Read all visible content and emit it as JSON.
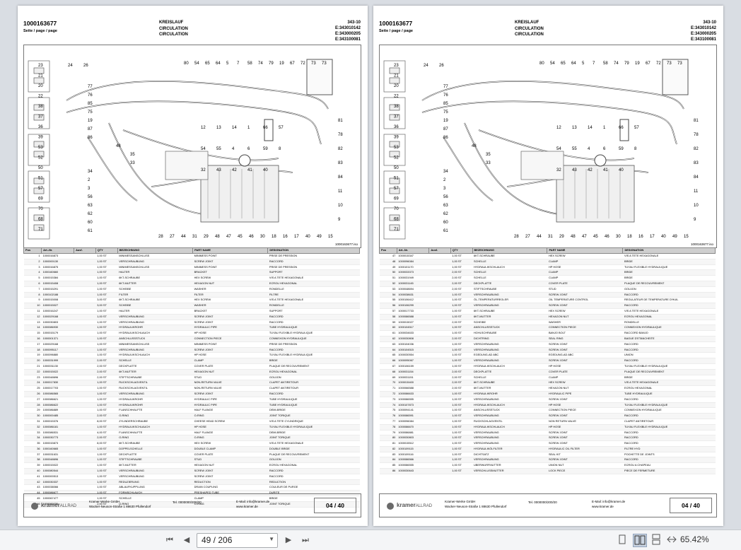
{
  "left_page": {
    "doc_number": "1000163677",
    "seite": "Seite / page / page",
    "title_de": "KREISLAUF",
    "title_en": "CIRCULATION",
    "title_fr": "CIRCULATION",
    "codes": [
      "343-10",
      "E:343010142",
      "E:343000205",
      "E:343100081"
    ],
    "diagram_id": "1000163677.iso",
    "columns": [
      "Pos",
      "Art.-Nr.",
      "Ausf.",
      "QTY",
      "BEZEICHNUNG",
      "PART NAME",
      "DESIGNATION"
    ],
    "rows": [
      [
        "1",
        "1000016873",
        "",
        "1,00 ST",
        "MINIMESSANSCHLUSS",
        "MINIMESS POINT",
        "PRISE DE PRESSION"
      ],
      [
        "2",
        "1000000130",
        "",
        "1,00 ST",
        "VERSCHRAUBUNG",
        "SCREW JOINT",
        "RACCORD"
      ],
      [
        "3",
        "1000016875",
        "",
        "1,00 ST",
        "MINIMESSANSCHLUSS",
        "MINIMESS POINT",
        "PRISE DE PRESSION"
      ],
      [
        "4",
        "1000160660",
        "",
        "1,00 ST",
        "HALTER",
        "BRACKET",
        "SUPPORT"
      ],
      [
        "5",
        "1000015384",
        "",
        "1,00 ST",
        "6KT-SCHRAUBE",
        "HEX SCREW",
        "VIS A TETE HEXAGONALE"
      ],
      [
        "6",
        "1000015408",
        "",
        "1,00 ST",
        "6KT-MUTTER",
        "HEXAGON NUT",
        "ECROU HEXAGONAL"
      ],
      [
        "7",
        "1000015291",
        "",
        "1,00 ST",
        "SCHEIBE",
        "WASHER",
        "RONDELLE"
      ],
      [
        "8",
        "1000102188",
        "",
        "1,00 ST",
        "FILTER",
        "FILTER",
        "FILTRE"
      ],
      [
        "9",
        "1000015008",
        "",
        "3,00 ST",
        "6KT-SCHRAUBE",
        "HEX SCREW",
        "VIS A TETE HEXAGONALE"
      ],
      [
        "10",
        "1000015027",
        "",
        "3,00 ST",
        "SCHEIBE",
        "WASHER",
        "RONDELLE"
      ],
      [
        "11",
        "1000016247",
        "",
        "1,00 ST",
        "HALTER",
        "BRACKET",
        "SUPPORT"
      ],
      [
        "12",
        "1000029168",
        "",
        "1,00 ST",
        "VERSCHRAUBUNG",
        "SCREW JOINT",
        "RACCORD"
      ],
      [
        "13",
        "1000030803",
        "",
        "1,00 ST",
        "VERSCHRAUBUNG",
        "SCREW JOINT",
        "RACCORD"
      ],
      [
        "14",
        "1000086930",
        "",
        "1,00 ST",
        "HYDRAULIKROHR",
        "HYDRAULIC PIPE",
        "TUBE HYDRAULIQUE"
      ],
      [
        "15",
        "1000015179",
        "",
        "1,00 ST",
        "HYDRAULIKSCHLAUCH",
        "HP HOSE",
        "TUYAU FLEXIBLE HYDRAULIQUE"
      ],
      [
        "16",
        "1000001371",
        "",
        "1,00 ST",
        "ANSCHLUSSSTUCK",
        "CONNECTION PIECE",
        "CONNEXION HYDRAULIQUE"
      ],
      [
        "17",
        "1000029168",
        "",
        "1,00 ST",
        "MINIMESSANSCHLUSS",
        "MINIMESS POINT",
        "PRISE DE PRESSION"
      ],
      [
        "18",
        "1000095117",
        "",
        "1,00 ST",
        "VERSCHRAUBUNG",
        "SCREW JOINT",
        "RACCORD"
      ],
      [
        "19",
        "1000096880",
        "",
        "1,00 ST",
        "HYDRAULIKSCHLAUCH",
        "HP HOSE",
        "TUYAU FLEXIBLE HYDRAULIQUE"
      ],
      [
        "20",
        "1000031999",
        "",
        "2,00 ST",
        "SCHELLE",
        "CLAMP",
        "BRIDE"
      ],
      [
        "21",
        "1000031130",
        "",
        "2,00 ST",
        "DECKPLATTE",
        "COVER PLATE",
        "PLAQUE DE RECOUVREMENT"
      ],
      [
        "22",
        "1000015022",
        "",
        "2,00 ST",
        "6KT-MUTTER",
        "HEXAGON NUT",
        "ECROU HEXAGONAL"
      ],
      [
        "23",
        "1000048696",
        "",
        "2,00 ST",
        "STIFTSCHRAUBE",
        "STUD",
        "GOUJON"
      ],
      [
        "24",
        "1000017830",
        "",
        "1,00 ST",
        "RUCKSCHLAGVENTIL",
        "NON-RETURN VALVE",
        "CLAPET ANTIRETOUR"
      ],
      [
        "25",
        "1000017703",
        "",
        "1,00 ST",
        "RUCKSCHLAGVENTIL",
        "NON-RETURN VALVE",
        "CLAPET ANTIRETOUR"
      ],
      [
        "26",
        "1000086565",
        "",
        "1,00 ST",
        "VERSCHRAUBUNG",
        "SCREW JOINT",
        "RACCORD"
      ],
      [
        "27",
        "1000086621",
        "",
        "1,00 ST",
        "HYDRAULIKROHR",
        "HYDRAULIC PIPE",
        "TUBE HYDRAULIQUE"
      ],
      [
        "28",
        "1000086622",
        "",
        "1,00 ST",
        "HYDRAULIKROHR",
        "HYDRAULIC PIPE",
        "TUBE HYDRAULIQUE"
      ],
      [
        "29",
        "1000086889",
        "",
        "1,00 ST",
        "FLANSCHHALFTE",
        "HALF FLANGE",
        "DEMI-BRIDE"
      ],
      [
        "30",
        "1000000485",
        "",
        "2,00 ST",
        "O-RING",
        "O-RING",
        "JOINT TORIQUE"
      ],
      [
        "31",
        "1000015376",
        "",
        "8,00 ST",
        "ZYLINDERSCHRAUBE",
        "CHEESE HEAD SCREW",
        "VIS A TETE CYLINDRIQUE"
      ],
      [
        "32",
        "1000086181",
        "",
        "1,00 ST",
        "HYDRAULIKSCHLAUCH",
        "HP HOSE",
        "TUYAU FLEXIBLE HYDRAULIQUE"
      ],
      [
        "33",
        "1000086531",
        "",
        "4,00 ST",
        "FLANSCHHALFTE",
        "HALF FLANGE",
        "DEMI-BRIDE"
      ],
      [
        "34",
        "1000030773",
        "",
        "2,00 ST",
        "O-RING",
        "O-RING",
        "JOINT TORIQUE"
      ],
      [
        "35",
        "1000015873",
        "",
        "8,00 ST",
        "6KT-SCHRAUBE",
        "HEX SCREW",
        "VIS A TETE HEXAGONALE"
      ],
      [
        "36",
        "1000160665",
        "",
        "1,00 ST",
        "DOPPELSCHELLE",
        "DOUBLE CLAMP",
        "DOUBLE BRIDE"
      ],
      [
        "37",
        "1000031631",
        "",
        "1,00 ST",
        "DECKPLATTE",
        "COVER PLATE",
        "PLAQUE DE RECOUVREMENT"
      ],
      [
        "38",
        "1000048696",
        "",
        "1,00 ST",
        "STIFTSCHRAUBE",
        "STUD",
        "GOUJON"
      ],
      [
        "39",
        "1000015022",
        "",
        "1,00 ST",
        "6KT-MUTTER",
        "HEXAGON NUT",
        "ECROU HEXAGONAL"
      ],
      [
        "40",
        "1000080544",
        "",
        "1,00 ST",
        "VERSCHRAUBUNG",
        "SCREW JOINT",
        "RACCORD"
      ],
      [
        "41",
        "1000000513",
        "",
        "1,00 ST",
        "VERSCHRAUBUNG",
        "SCREW JOINT",
        "RACCORD"
      ],
      [
        "42",
        "1000030337",
        "",
        "1,00 ST",
        "REDUZIERUNG",
        "REDUCTION",
        "REDUCTION"
      ],
      [
        "43",
        "1000038066",
        "",
        "1,00 ST",
        "ABLAUFKUPPLUNG",
        "DRAIN COUPLING",
        "COULEUR DE PURGE"
      ],
      [
        "44",
        "1000086677",
        "",
        "1,00 ST",
        "FORMSCHLAUCH",
        "PRESHAPED TUBE",
        "DURITE"
      ],
      [
        "45",
        "1000067477",
        "",
        "1,00 ST",
        "SCHELLE",
        "CLAMP",
        "BRIDE"
      ],
      [
        "46",
        "1000000026",
        "",
        "2,00 ST",
        "O-RING",
        "O-RING",
        "JOINT TORIQUE"
      ]
    ],
    "footer": {
      "logo": "kramer",
      "logo_suffix": "ALLRAD",
      "company_line1": "Kramer-Werke GmbH",
      "company_line2": "Wacker-Neuson-Straße 1  88630 Pfullendorf",
      "tel": "Tel. 0000000/200/20",
      "mail_line1": "E-Mail: info@kramer.de",
      "mail_line2": "www.kramer.de",
      "page": "04 / 40"
    }
  },
  "right_page": {
    "doc_number": "1000163677",
    "seite": "Seite / page / page",
    "title_de": "KREISLAUF",
    "title_en": "CIRCULATION",
    "title_fr": "CIRCULATION",
    "codes": [
      "343-10",
      "E:343010142",
      "E:343000205",
      "E:343100081"
    ],
    "diagram_id": "1000163677.iso",
    "columns": [
      "Pos",
      "Art.-Nr.",
      "Ausf.",
      "QTY",
      "BEZEICHNUNG",
      "PART NAME",
      "DESIGNATION"
    ],
    "rows": [
      [
        "47",
        "1000015347",
        "",
        "1,00 ST",
        "6KT-SCHRAUBE",
        "HEX SCREW",
        "VIS A TETE HEXAGONALE"
      ],
      [
        "48",
        "1000096084",
        "",
        "1,00 ST",
        "SCHELLE",
        "CLAMP",
        "BRIDE"
      ],
      [
        "49",
        "1000101170",
        "",
        "1,00 ST",
        "HYDRAULIKSCHLAUCH",
        "HP HOSE",
        "TUYAU FLEXIBLE HYDRAULIQUE"
      ],
      [
        "50",
        "1000033373",
        "",
        "2,00 ST",
        "SCHELLE",
        "CLAMP",
        "BRIDE"
      ],
      [
        "51",
        "1000031949",
        "",
        "2,00 ST",
        "SCHELLE",
        "CLAMP",
        "BRIDE"
      ],
      [
        "52",
        "1000031145",
        "",
        "2,00 ST",
        "DECKPLATTE",
        "COVER PLATE",
        "PLAQUE DE RECOUVREMENT"
      ],
      [
        "53",
        "1000048694",
        "",
        "2,00 ST",
        "STIFTSCHRAUBE",
        "STUD",
        "GOUJON"
      ],
      [
        "54",
        "1000038631",
        "",
        "1,00 ST",
        "VERSCHRAUBUNG",
        "SCREW JOINT",
        "RACCORD"
      ],
      [
        "55",
        "1000106412",
        "",
        "1,00 ST",
        "ÖL-TEMPERATURREGLER",
        "OIL TEMPERATURE CONTROL",
        "REGULATEUR DE TEMPERATURE D'HUIL"
      ],
      [
        "56",
        "1000106299",
        "",
        "1,00 ST",
        "VERSCHRAUBUNG",
        "SCREW JOINT",
        "RACCORD"
      ],
      [
        "57",
        "1000017733",
        "",
        "1,00 ST",
        "6KT-SCHRAUBE",
        "HEX SCREW",
        "VIS A TETE HEXAGONALE"
      ],
      [
        "58",
        "1000086588",
        "",
        "1,00 ST",
        "6KT-MUTTER",
        "HEXAGON NUT",
        "ECROU HEXAGONAL"
      ],
      [
        "59",
        "1000015027",
        "",
        "2,00 ST",
        "SCHEIBE",
        "WASHER",
        "RONDELLE"
      ],
      [
        "60",
        "1000104517",
        "",
        "1,00 ST",
        "ANSCHLUSSSTUCK",
        "CONNECTION PIECE",
        "CONNEXION HYDRAULIQUE"
      ],
      [
        "61",
        "1000034633",
        "",
        "1,00 ST",
        "HOHLSCHRAUBE",
        "BANJO BOLT",
        "RACCORD BANJO"
      ],
      [
        "62",
        "1000030808",
        "",
        "2,00 ST",
        "DICHTRING",
        "SEAL RING",
        "BAGUE D'ETANCHEITE"
      ],
      [
        "63",
        "1000104036",
        "",
        "1,00 ST",
        "VERSCHRAUBUNG",
        "SCREW JOINT",
        "RACCORD"
      ],
      [
        "64",
        "1000104515",
        "",
        "1,00 ST",
        "VERSCHRAUBUNG",
        "SCREW JOINT",
        "RACCORD"
      ],
      [
        "65",
        "1000030554",
        "",
        "1,00 ST",
        "EGEDUNG-AD ABC",
        "EGEDUNG-AD ABC",
        "UNION"
      ],
      [
        "66",
        "1000095067",
        "",
        "1,00 ST",
        "VERSCHRAUBUNG",
        "SCREW JOINT",
        "RACCORD"
      ],
      [
        "67",
        "1000106159",
        "",
        "1,00 ST",
        "HYDRAULIKSCHLAUCH",
        "HP HOSE",
        "TUYAU FLEXIBLE HYDRAULIQUE"
      ],
      [
        "68",
        "1000031154",
        "",
        "2,00 ST",
        "DECKPLATTE",
        "COVER PLATE",
        "PLAQUE DE RECOUVREMENT"
      ],
      [
        "69",
        "1000031151",
        "",
        "2,00 ST",
        "SCHELLE",
        "CLAMP",
        "BRIDE"
      ],
      [
        "70",
        "1000015400",
        "",
        "2,00 ST",
        "6KT-SCHRAUBE",
        "HEX SCREW",
        "VIS A TETE HEXAGONALE"
      ],
      [
        "71",
        "1000066588",
        "",
        "2,00 ST",
        "6KT-MUTTER",
        "HEXAGON NUT",
        "ECROU HEXAGONAL"
      ],
      [
        "72",
        "1000086633",
        "",
        "1,00 ST",
        "HYDRAULIKROHR",
        "HYDRAULIC PIPE",
        "TUBE HYDRAULIQUE"
      ],
      [
        "73",
        "1000086555",
        "",
        "1,00 ST",
        "VERSCHRAUBUNG",
        "SCREW JOINT",
        "RACCORD"
      ],
      [
        "74",
        "1000107873",
        "",
        "1,00 ST",
        "HYDRAULIKSCHLAUCH",
        "HP HOSE",
        "TUYAU FLEXIBLE HYDRAULIQUE"
      ],
      [
        "75",
        "1000094141",
        "",
        "1,00 ST",
        "ANSCHLUSSSTUCK",
        "CONNECTION PIECE",
        "CONNEXION HYDRAULIQUE"
      ],
      [
        "76",
        "1000086591",
        "",
        "1,00 ST",
        "VERSCHRAUBUNG",
        "SCREW JOINT",
        "RACCORD"
      ],
      [
        "77",
        "1000096084",
        "",
        "1,00 ST",
        "RUCKSCHLAGVENTIL",
        "NON RETURN VALVE",
        "CLAPET ANTIRETOUR"
      ],
      [
        "78",
        "1000086670",
        "",
        "1,00 ST",
        "HYDRAULIKSCHLAUCH",
        "HP HOSE",
        "TUYAU FLEXIBLE HYDRAULIQUE"
      ],
      [
        "79",
        "1000086881",
        "",
        "1,00 ST",
        "VERSCHRAUBUNG",
        "SCREW JOINT",
        "RACCORD"
      ],
      [
        "80",
        "1000030803",
        "",
        "1,00 ST",
        "VERSCHRAUBUNG",
        "SCREW JOINT",
        "RACCORD"
      ],
      [
        "81",
        "1000015512",
        "",
        "1,00 ST",
        "VERSCHRAUBUNG",
        "SCREW JOINT",
        "RACCORD"
      ],
      [
        "82",
        "1000109115",
        "",
        "1,00 ST",
        "HYDRAULIKÖLFILTER",
        "HYDRAULIC OIL FILTER",
        "FILTRE HYD"
      ],
      [
        "83",
        "1000109116",
        "",
        "1,00 ST",
        "DICHTSATZ",
        "SEAL KIT",
        "POCHETTE DE JOINTS"
      ],
      [
        "84",
        "1000086566",
        "",
        "1,00 ST",
        "VERSCHRAUBUNG",
        "SCREW JOINT",
        "RACCORD"
      ],
      [
        "85",
        "1000086555",
        "",
        "1,00 ST",
        "UBERWURFMUTTER",
        "UNION NUT",
        "ECROU A CHAPEAU"
      ],
      [
        "86",
        "1000030643",
        "",
        "1,00 ST",
        "VERSCHLUSSMUTTER",
        "LOCK PIECE",
        "PIECE DE FERMETURE"
      ]
    ],
    "footer": {
      "logo": "kramer",
      "logo_suffix": "ALLRAD",
      "company_line1": "Kramer-Werke GmbH",
      "company_line2": "Wacker-Neuson-Straße 1  88630 Pfullendorf",
      "tel": "Tel. 0000000/200/20",
      "mail_line1": "E-Mail: info@kramer.de",
      "mail_line2": "www.kramer.de",
      "page": "04 / 40"
    }
  },
  "diagram_labels": {
    "top": [
      "80",
      "54",
      "65",
      "64",
      "5",
      "7",
      "58",
      "74",
      "79",
      "19",
      "67",
      "72",
      "73",
      "73"
    ],
    "top_left": [
      "24",
      "26"
    ],
    "left_column": [
      "23",
      "21",
      "20",
      "22",
      "38",
      "37",
      "36",
      "39",
      "53",
      "52",
      "50",
      "51",
      "57",
      "69",
      "70",
      "68",
      "71"
    ],
    "near_left": [
      "77",
      "76",
      "85",
      "75",
      "19",
      "87",
      "86",
      "48",
      "35",
      "33",
      "34",
      "2",
      "3",
      "56",
      "63",
      "62",
      "60",
      "61"
    ],
    "right_column": [
      "81",
      "78",
      "82",
      "83",
      "84",
      "11",
      "10",
      "9"
    ],
    "middle": [
      "12",
      "13",
      "14",
      "1",
      "66",
      "57",
      "54",
      "55",
      "4",
      "6",
      "59",
      "8",
      "32",
      "43",
      "42",
      "41",
      "40"
    ],
    "bottom": [
      "28",
      "27",
      "44",
      "31",
      "29",
      "48",
      "47",
      "45",
      "46",
      "30",
      "18",
      "16",
      "17",
      "40",
      "49",
      "15"
    ]
  },
  "viewer": {
    "page_current": "49 / 206",
    "zoom": "65.42%",
    "icons": [
      "first-page-icon",
      "prev-page-icon",
      "next-page-icon",
      "last-page-icon",
      "single-page-icon",
      "two-page-icon",
      "scroll-icon",
      "fit-icon"
    ]
  }
}
